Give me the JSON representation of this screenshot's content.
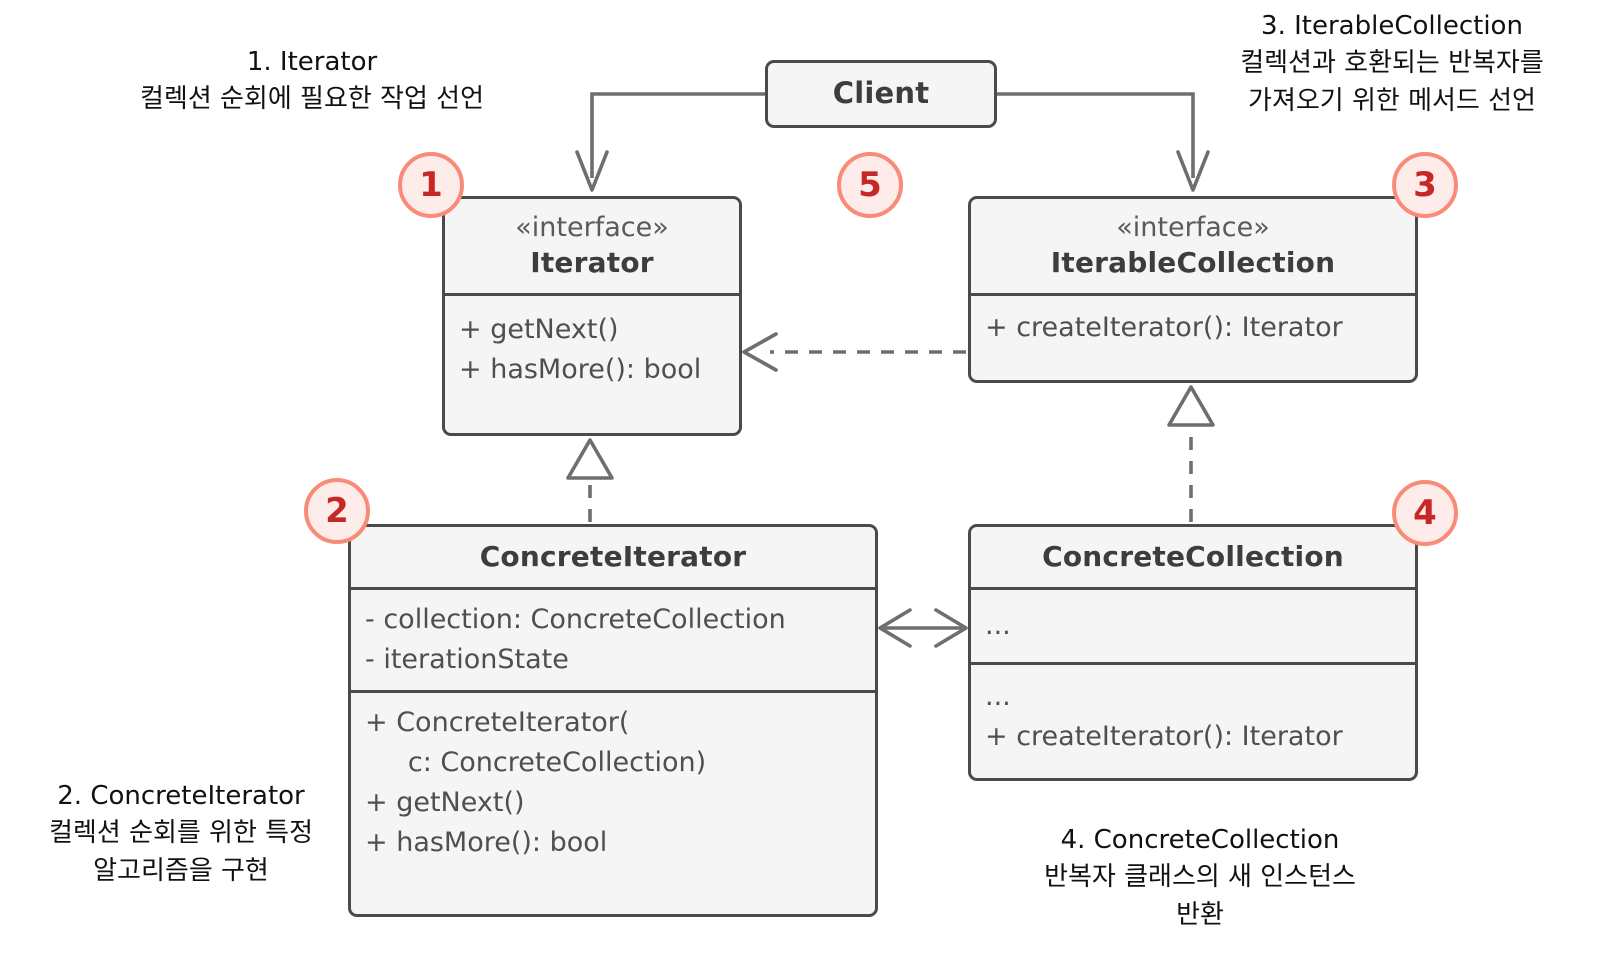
{
  "diagram": {
    "title": "Iterator Design Pattern UML Class Diagram",
    "accent_badge_fill": "#fdece9",
    "accent_badge_border": "#f98b78",
    "accent_badge_text": "#c62828",
    "box_fill": "#f5f5f5",
    "box_border": "#4a4a4a",
    "connector_color": "#6e6e6e"
  },
  "client": {
    "name": "Client"
  },
  "iterator": {
    "stereotype": "«interface»",
    "name": "Iterator",
    "methods": [
      "+ getNext()",
      "+ hasMore(): bool"
    ]
  },
  "iterable_collection": {
    "stereotype": "«interface»",
    "name": "IterableCollection",
    "methods": [
      "+ createIterator(): Iterator"
    ]
  },
  "concrete_iterator": {
    "name": "ConcreteIterator",
    "attributes": [
      "- collection: ConcreteCollection",
      "- iterationState"
    ],
    "methods": [
      "+ ConcreteIterator(",
      "     c: ConcreteCollection)",
      "+ getNext()",
      "+ hasMore(): bool"
    ]
  },
  "concrete_collection": {
    "name": "ConcreteCollection",
    "attributes": [
      "..."
    ],
    "methods": [
      "...",
      "+ createIterator(): Iterator"
    ]
  },
  "badges": {
    "one": "1",
    "two": "2",
    "three": "3",
    "four": "4",
    "five": "5"
  },
  "annotations": {
    "iterator": "1. Iterator\n컬렉션 순회에 필요한 작업 선언",
    "iterable_collection": "3. IterableCollection\n컬렉션과 호환되는 반복자를\n가져오기 위한 메서드 선언",
    "concrete_iterator": "2. ConcreteIterator\n컬렉션 순회를 위한 특정\n알고리즘을 구현",
    "concrete_collection": "4. ConcreteCollection\n반복자 클래스의 새 인스턴스\n반환"
  }
}
